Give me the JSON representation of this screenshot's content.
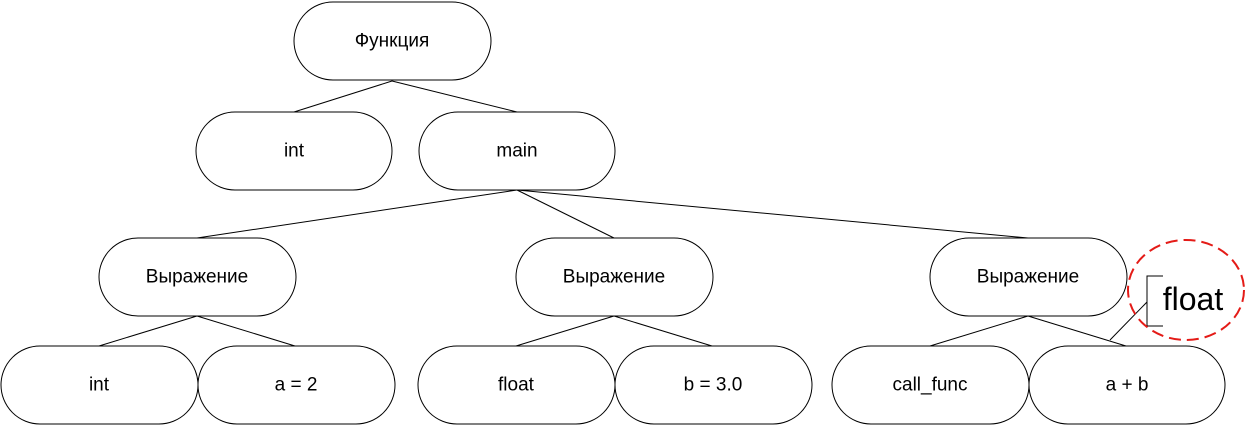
{
  "nodes": {
    "root": "Функция",
    "return_type": "int",
    "func_name": "main",
    "expr_1": "Выражение",
    "expr_2": "Выражение",
    "expr_3": "Выражение",
    "expr_1_type": "int",
    "expr_1_assign": "a = 2",
    "expr_2_type": "float",
    "expr_2_assign": "b = 3.0",
    "expr_3_call": "call_func",
    "expr_3_sum": "a + b"
  },
  "annotation": {
    "label": "float",
    "color": "#e41b17"
  }
}
